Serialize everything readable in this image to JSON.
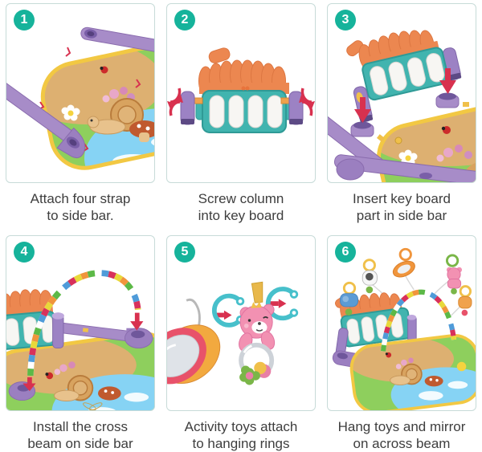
{
  "steps": [
    {
      "number": "1",
      "caption": [
        "Attach four strap",
        "to side bar."
      ],
      "illustration": "play-mat-with-side-bars"
    },
    {
      "number": "2",
      "caption": [
        "Screw column",
        "into key board"
      ],
      "illustration": "screw-columns-into-key-board"
    },
    {
      "number": "3",
      "caption": [
        "Insert key board",
        "part in side bar"
      ],
      "illustration": "insert-key-board-in-side-bar"
    },
    {
      "number": "4",
      "caption": [
        "Install the cross",
        "beam on side bar"
      ],
      "illustration": "install-cross-beam-arch"
    },
    {
      "number": "5",
      "caption": [
        "Activity toys attach",
        "to hanging rings"
      ],
      "illustration": "toys-attach-to-hanging-rings"
    },
    {
      "number": "6",
      "caption": [
        "Hang toys and mirror",
        "on across beam"
      ],
      "illustration": "assembled-play-gym"
    }
  ],
  "colors": {
    "badge_teal": "#16b39b",
    "panel_border": "#c7dbd8",
    "caption_text": "#3e3e3e",
    "arrow_red": "#d8314f",
    "ring_teal": "#47c0cb",
    "bar_purple": "#a78cc8",
    "keyboard_teal": "#41b4af",
    "roof_orange": "#ec8750",
    "mat_green": "#8ecf5d",
    "mat_border_yellow": "#f2c843",
    "mat_path_tan": "#ddb071",
    "mat_water_blue": "#86d3f4",
    "bear_pink": "#f291b2"
  }
}
